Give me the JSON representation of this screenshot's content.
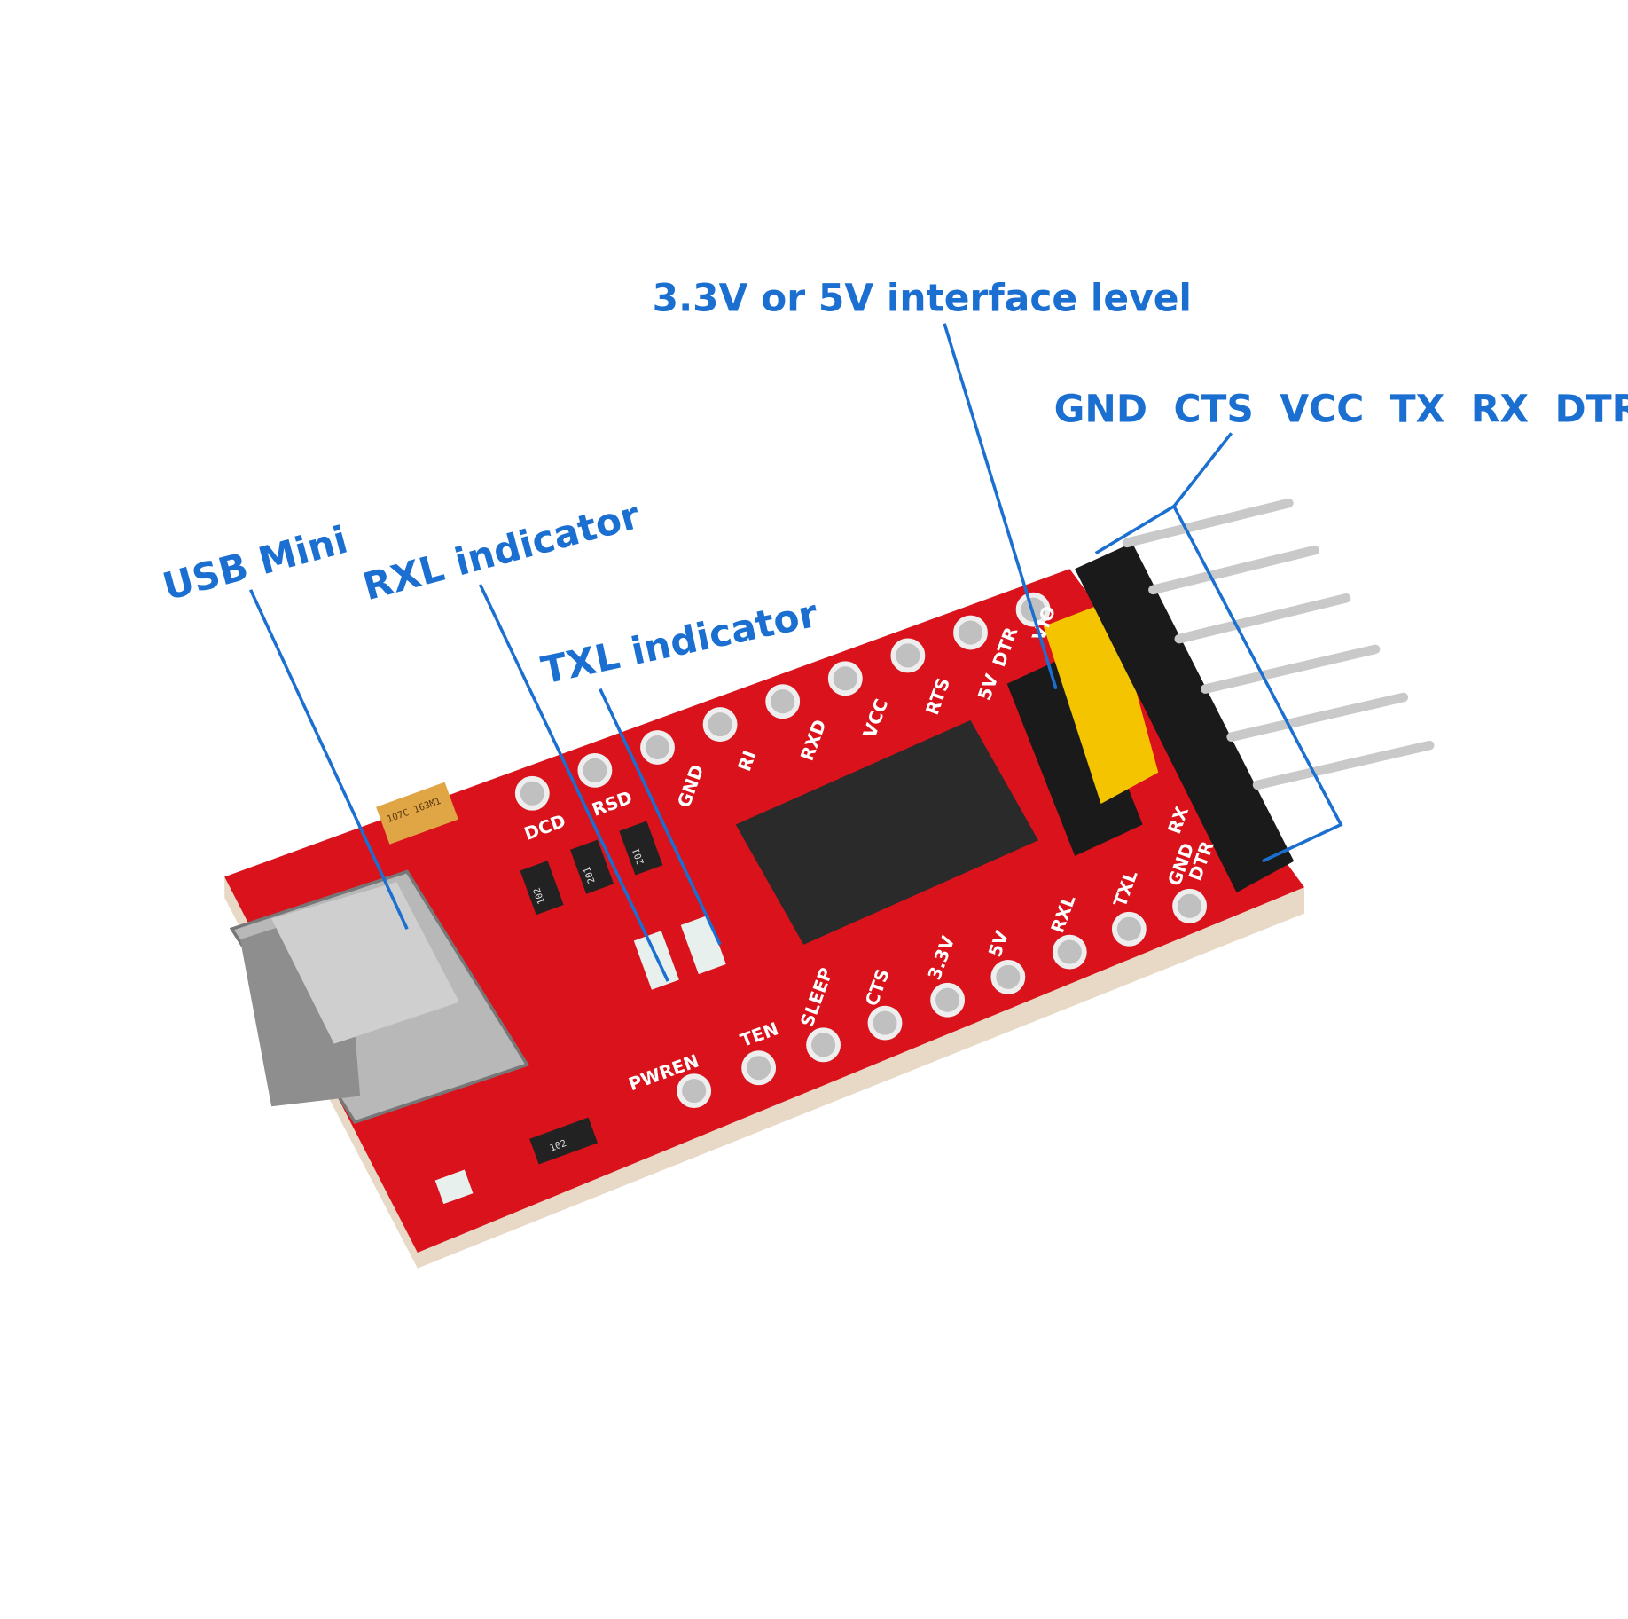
{
  "callouts": {
    "usb": "USB Mini",
    "rxl": "RXL indicator",
    "txl": "TXL indicator",
    "level": "3.3V or 5V interface level",
    "pins": "GND  CTS  VCC  TX  RX  DTR"
  },
  "silkscreen": {
    "top_row": [
      "DCD",
      "RSD",
      "GND",
      "RI",
      "RXD",
      "VCC",
      "RTS",
      "5V",
      "DTR",
      "VIO"
    ],
    "bottom_row": [
      "PWREN",
      "TEN",
      "SLEEP",
      "CTS",
      "3.3V",
      "5V",
      "RXL",
      "TXL",
      "GND",
      "DTR",
      "RX"
    ],
    "resistors": [
      "102",
      "201",
      "201",
      "102"
    ],
    "capacitor": "107C 163M1"
  },
  "colors": {
    "callout": "#1a6fd0",
    "board": "#d9121b",
    "jumper": "#f5c400",
    "header": "#1a1a1a"
  }
}
